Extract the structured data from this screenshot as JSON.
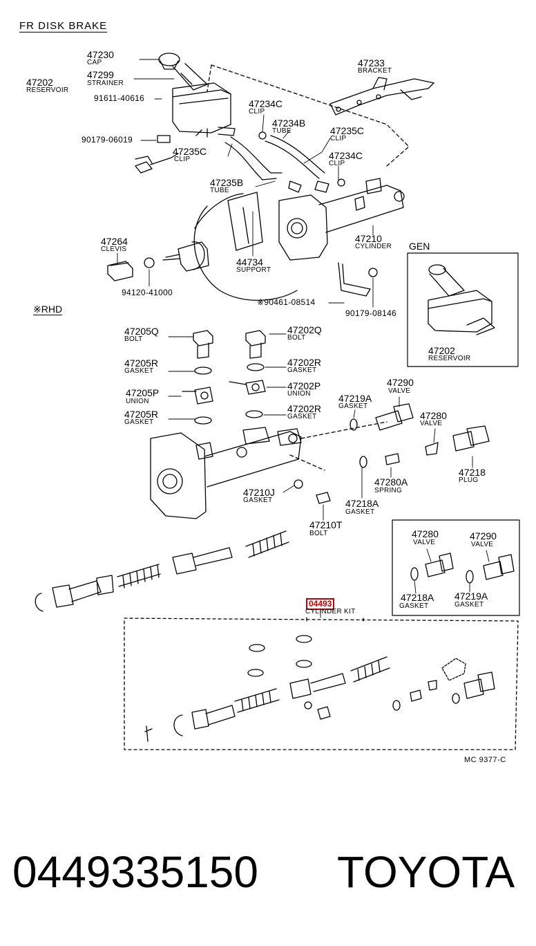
{
  "title": "FR  DISK  BRAKE",
  "section_gen": "GEN",
  "section_rhd": "※RHD",
  "kit_code": "04493",
  "figure_code": "MC  9377-C",
  "footer": {
    "part_number": "0449335150",
    "brand": "TOYOTA"
  },
  "callouts": {
    "p47230": "47230",
    "n47230": "CAP",
    "p47299": "47299",
    "n47299": "STRAINER",
    "p47202": "47202",
    "n47202": "RESERVOIR",
    "p91611": "91611-40616",
    "p90179a": "90179-06019",
    "p47235Ca": "47235C",
    "n47235Ca": "CLIP",
    "p47234Ca": "47234C",
    "n47234Ca": "CLIP",
    "p47234B": "47234B",
    "n47234B": "TUBE",
    "p47235Cb": "47235C",
    "n47235Cb": "CLIP",
    "p47234Cb": "47234C",
    "n47234Cb": "CLIP",
    "p47233": "47233",
    "n47233": "BRACKET",
    "p47235B": "47235B",
    "n47235B": "TUBE",
    "p47210": "47210",
    "n47210": "CYLINDER",
    "p47264": "47264",
    "n47264": "CLEVIS",
    "p47734": "44734",
    "n47734": "SUPPORT",
    "p94120": "94120-41000",
    "p90461": "※90461-08514",
    "p90179b": "90179-08146",
    "p47202gen": "47202",
    "n47202gen": "RESERVOIR",
    "p47205Q": "47205Q",
    "n47205Q": "BOLT",
    "p47202Q": "47202Q",
    "n47202Q": "BOLT",
    "p47205Ra": "47205R",
    "n47205Ra": "GASKET",
    "p47202Ra": "47202R",
    "n47202Ra": "GASKET",
    "p47205P": "47205P",
    "n47205P": "UNION",
    "p47202P": "47202P",
    "n47202P": "UNION",
    "p47205Rb": "47205R",
    "n47205Rb": "GASKET",
    "p47202Rb": "47202R",
    "n47202Rb": "GASKET",
    "p47219A": "47219A",
    "n47219A": "GASKET",
    "p47290": "47290",
    "n47290": "VALVE",
    "p47280": "47280",
    "n47280": "VALVE",
    "p47218": "47218",
    "n47218": "PLUG",
    "p47280A": "47280A",
    "n47280A": "SPRING",
    "p47210J": "47210J",
    "n47210J": "GASKET",
    "p47218A": "47218A",
    "n47218A": "GASKET",
    "p47210T": "47210T",
    "n47210T": "BOLT",
    "p47280b": "47280",
    "n47280b": "VALVE",
    "p47290b": "47290",
    "n47290b": "VALVE",
    "p47218Ab": "47218A",
    "n47218Ab": "GASKET",
    "p47219Ab": "47219A",
    "n47219Ab": "GASKET",
    "n04493": "CYLINDER KIT"
  }
}
